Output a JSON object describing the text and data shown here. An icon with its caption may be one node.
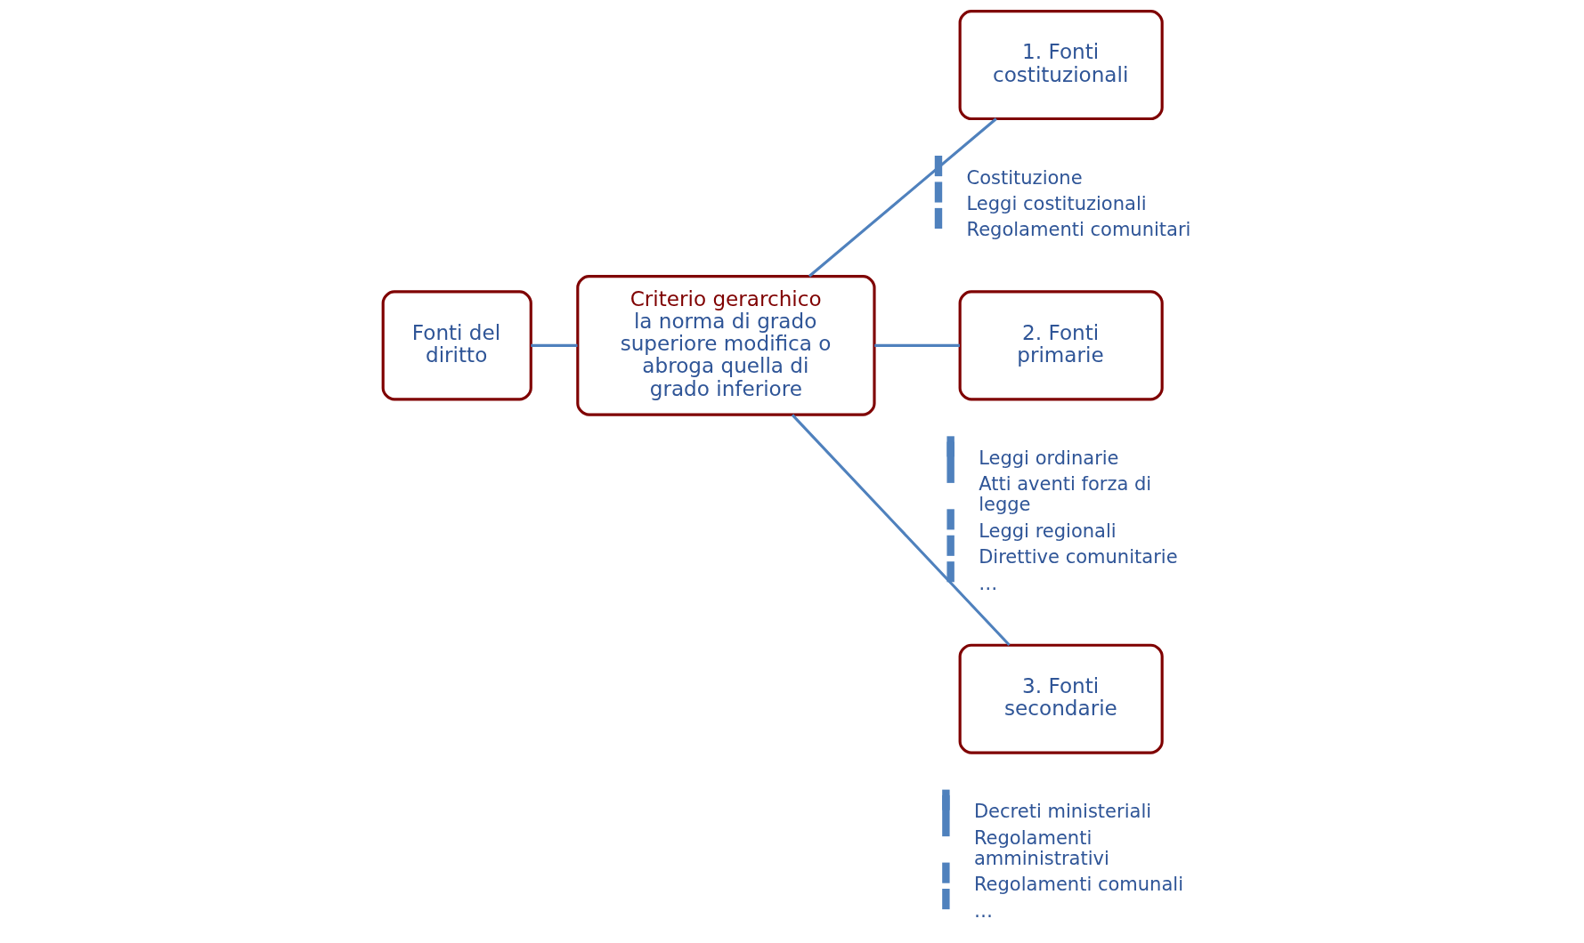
{
  "diagram": {
    "nodes": [
      {
        "text": [
          "Fonti del diritto"
        ]
      },
      {
        "text": [
          "Criterio gerarchico",
          "la norma di grado superiore modifica o abroga quella di grado inferiore"
        ]
      },
      {
        "text": [
          "1. Fonti costituzionali"
        ],
        "beside": [
          "Costituzione",
          "Leggi costituzionali",
          "Regolamenti comunitari"
        ]
      },
      {
        "text": [
          "2. Fonti primarie"
        ],
        "beside": [
          "Leggi ordinarie",
          "Atti aventi forza di legge",
          "Leggi regionali",
          "Direttive comunitarie",
          "…"
        ]
      },
      {
        "text": [
          "3. Fonti secondarie"
        ],
        "beside": [
          "Decreti ministeriali",
          "Regolamenti amministrativi",
          "Regolamenti comunali",
          "…"
        ]
      }
    ],
    "edges": [
      {
        "from": 0,
        "to": 1,
        "arrow": "none"
      },
      {
        "from": 1,
        "to": 2,
        "arrow": "none"
      },
      {
        "from": 1,
        "to": 3,
        "arrow": "none"
      },
      {
        "from": 1,
        "to": 4,
        "arrow": "none"
      }
    ]
  }
}
